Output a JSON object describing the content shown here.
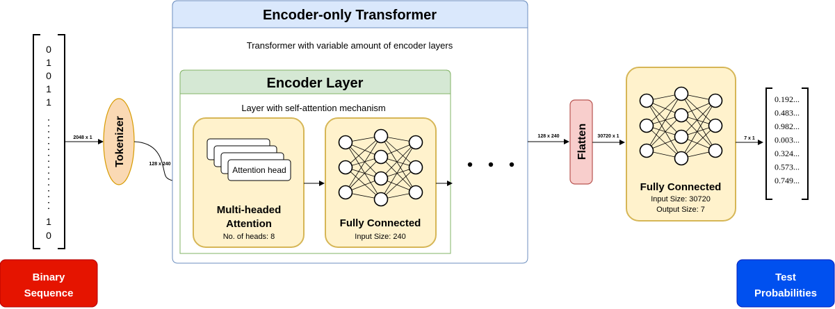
{
  "input_label": "Binary Sequence",
  "output_label": "Test Probabilities",
  "input_vector": {
    "top_values": [
      "0",
      "1",
      "0",
      "1",
      "1"
    ],
    "bottom_values": [
      "1",
      "0"
    ]
  },
  "output_vector": {
    "values": [
      "0.192...",
      "0.483...",
      "0.982...",
      "0.003...",
      "0.324...",
      "0.573...",
      "0.749..."
    ]
  },
  "edge_labels": {
    "input_to_tokenizer": "2048 x 1",
    "tokenizer_to_attention": "128 x 240",
    "encoder_to_flatten": "128 x 240",
    "flatten_to_fc": "30720 x 1",
    "fc_to_output": "7 x 1"
  },
  "tokenizer": {
    "label": "Tokenizer"
  },
  "flatten": {
    "label": "Flatten"
  },
  "encoder_only": {
    "title": "Encoder-only Transformer",
    "subtitle": "Transformer with variable amount of encoder layers"
  },
  "encoder_layer": {
    "title": "Encoder Layer",
    "subtitle": "Layer with self-attention mechanism"
  },
  "attention": {
    "head_label": "Attention head",
    "title_line1": "Multi-headed",
    "title_line2": "Attention",
    "detail": "No. of heads: 8"
  },
  "inner_fc": {
    "title": "Fully Connected",
    "detail": "Input Size: 240"
  },
  "outer_fc": {
    "title": "Fully Connected",
    "detail_line1": "Input Size: 30720",
    "detail_line2": "Output Size: 7"
  },
  "colors": {
    "red_box": "#e51400",
    "blue_box": "#0050ef",
    "yellow_fill": "#fff2cc",
    "yellow_stroke": "#d6b656",
    "orange_fill": "#fad9b4",
    "orange_stroke": "#d79b00",
    "pink_fill": "#f8cecc",
    "pink_stroke": "#b85450",
    "blue_header": "#dae8fc",
    "blue_stroke": "#6c8ebf",
    "green_header": "#d5e8d4",
    "green_stroke": "#82b366"
  }
}
